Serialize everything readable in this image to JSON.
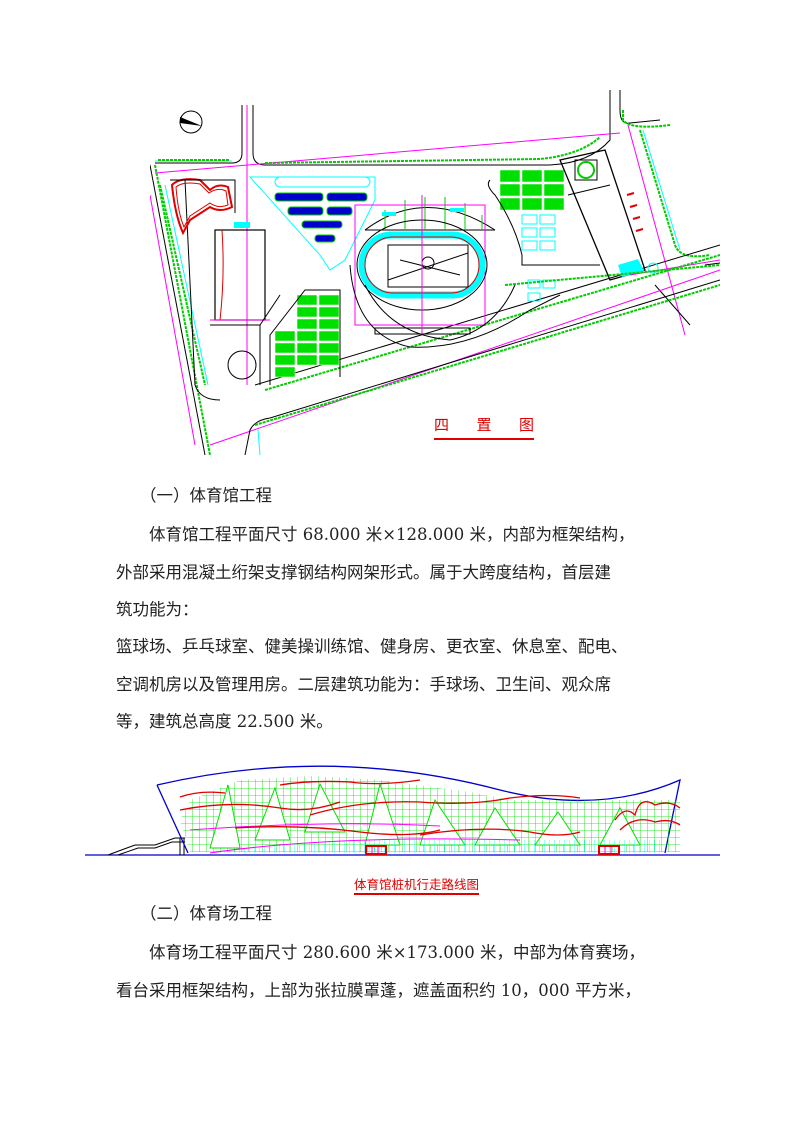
{
  "site_plan": {
    "title_chars": [
      "四",
      "置",
      "图"
    ],
    "colors": {
      "road": "#ff00ff",
      "tree": "#00cc00",
      "curb": "#00ffff",
      "building": "#000000",
      "outline": "#e00000",
      "parking": "#00e000",
      "track": "#00ffff"
    }
  },
  "section1": {
    "heading": "（一）体育馆工程",
    "para1_line1": "体育馆工程平面尺寸 68.000 米×128.000 米，内部为框架结构，",
    "para1_line2": "外部采用混凝土绗架支撑钢结构网架形式。属于大跨度结构，首层建",
    "para1_line3": "筑功能为：",
    "para2_line1": "篮球场、乒乓球室、健美操训练馆、健身房、更衣室、休息室、配电、",
    "para2_line2": "空调机房以及管理用房。二层建筑功能为：手球场、卫生间、观众席",
    "para2_line3": "等，建筑总高度 22.500 米。"
  },
  "elevation": {
    "caption": "体育馆桩机行走路线图",
    "colors": {
      "frame": "#0000cc",
      "grid": "#00e000",
      "ribbon": "#e00000",
      "base": "#00ffff",
      "accent": "#ff00ff"
    }
  },
  "section2": {
    "heading": "（二）体育场工程",
    "para1_line1": "体育场工程平面尺寸 280.600 米×173.000 米，中部为体育赛场，",
    "para1_line2": "看台采用框架结构，上部为张拉膜罩蓬，遮盖面积约 10，000 平方米，"
  }
}
